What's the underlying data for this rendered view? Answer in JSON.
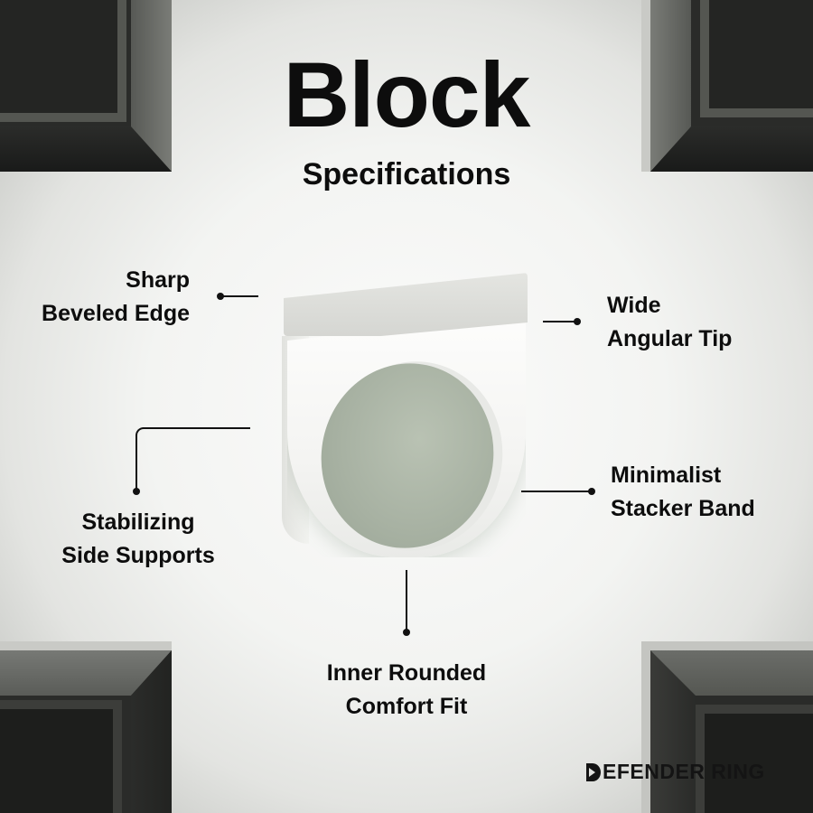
{
  "header": {
    "title": "Block",
    "subtitle": "Specifications"
  },
  "callouts": [
    {
      "id": "sharp-beveled-edge",
      "lines": [
        "Sharp",
        "Beveled Edge"
      ]
    },
    {
      "id": "wide-angular-tip",
      "lines": [
        "Wide",
        "Angular Tip"
      ]
    },
    {
      "id": "stabilizing-side-supports",
      "lines": [
        "Stabilizing",
        "Side Supports"
      ]
    },
    {
      "id": "minimalist-stacker-band",
      "lines": [
        "Minimalist",
        "Stacker Band"
      ]
    },
    {
      "id": "inner-rounded-comfort-fit",
      "lines": [
        "Inner Rounded",
        "Comfort Fit"
      ]
    }
  ],
  "brand": {
    "name": "DEFENDER RING",
    "name_rest": "EFENDER RING"
  },
  "colors": {
    "text": "#0d0d0d",
    "background": "#f3f4f2",
    "frame_dark": "#2a2b29",
    "ring_silver": "#f4f4f2",
    "ring_inner": "#a7b1a2"
  }
}
